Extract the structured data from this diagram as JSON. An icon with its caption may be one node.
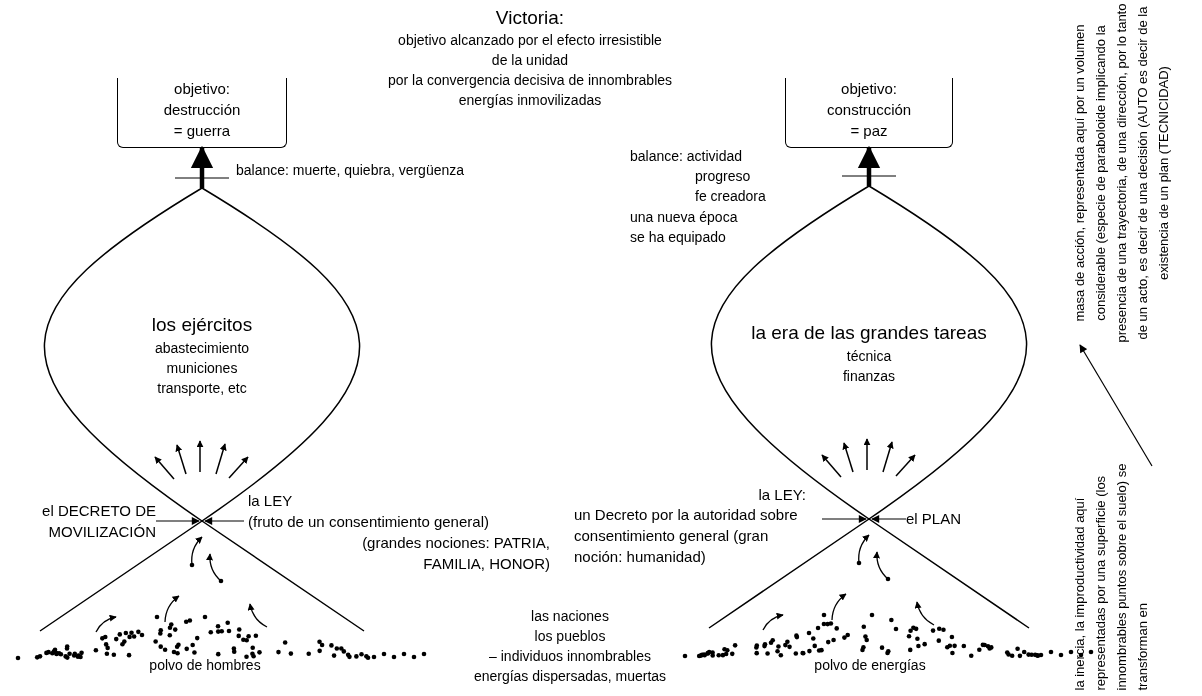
{
  "diagram": {
    "title": "Victoria:",
    "nodes": [
      {
        "text": [
          "objetivo: destrucción = guerra"
        ]
      },
      {
        "text": [
          "los ejércitos",
          "abastecimiento municiones transporte, etc"
        ]
      },
      {
        "text": [
          "objetivo: construcción = paz"
        ]
      },
      {
        "text": [
          "la era de las grandes tareas",
          "técnica finanzas"
        ]
      },
      {
        "text": [
          "el DECRETO DE MOVILIZACIÓN"
        ]
      },
      {
        "text": [
          "la LEY",
          "(fruto de un consentimiento general)",
          "(grandes nociones: PATRIA, FAMILIA, HONOR)"
        ]
      },
      {
        "text": [
          "la LEY:",
          "un Decreto por la autoridad sobre consentimiento general (gran noción: humanidad)"
        ]
      },
      {
        "text": [
          "el PLAN"
        ]
      },
      {
        "text": [
          "masa de acción, representada aquí por un volumen considerable (especie de paraboloide implicando la presencia de una trayectoria, de una dirección, por lo tanto de un acto, es decir de una decisión (AUTO es decir de la existencia de un plan (TECNICIDAD)"
        ]
      },
      {
        "text": [
          "la inercia, la improductividad aquí representadas por una superficie (los innombrables puntos sobre el suelo) se transforman en"
        ]
      }
    ],
    "edges": [
      {
        "from": 1,
        "to": 0,
        "arrow": "to",
        "style": "thick"
      },
      {
        "from": 3,
        "to": 2,
        "arrow": "to",
        "style": "thick"
      },
      {
        "from": 4,
        "to": 1,
        "arrow": "to"
      },
      {
        "from": 5,
        "to": 1,
        "arrow": "to"
      },
      {
        "from": 6,
        "to": 3,
        "arrow": "to"
      },
      {
        "from": 7,
        "to": 3,
        "arrow": "to"
      },
      {
        "from": 9,
        "to": 8,
        "arrow": "to"
      }
    ],
    "labels": [
      "objetivo alcanzado por el efecto irresistible",
      "de la unidad",
      "por la convergencia decisiva de innombrables",
      "energías inmovilizadas",
      "balance: muerte, quiebra, vergüenza",
      "balance: actividad",
      "progreso",
      "fe creadora",
      "una nueva época se ha equipado",
      "polvo de hombres",
      "las naciones",
      "los pueblos",
      "– individuos innombrables",
      "energías dispersadas, muertas",
      "polvo de energías"
    ]
  }
}
